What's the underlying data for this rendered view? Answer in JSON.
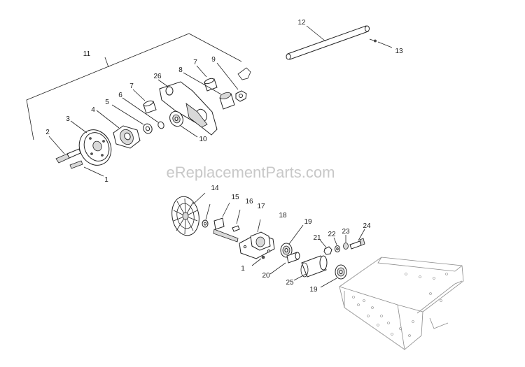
{
  "watermark": "eReplacementParts.com",
  "callouts": {
    "c11": "11",
    "c12": "12",
    "c13": "13",
    "c2": "2",
    "c3": "3",
    "c4": "4",
    "c5": "5",
    "c6": "6",
    "c7a": "7",
    "c7b": "7",
    "c8": "8",
    "c9": "9",
    "c26": "26",
    "c10": "10",
    "c1a": "1",
    "c14": "14",
    "c15": "15",
    "c16": "16",
    "c17": "17",
    "c18": "18",
    "c19a": "19",
    "c19b": "19",
    "c20": "20",
    "c1b": "1",
    "c21": "21",
    "c22": "22",
    "c23": "23",
    "c24": "24",
    "c25": "25"
  }
}
